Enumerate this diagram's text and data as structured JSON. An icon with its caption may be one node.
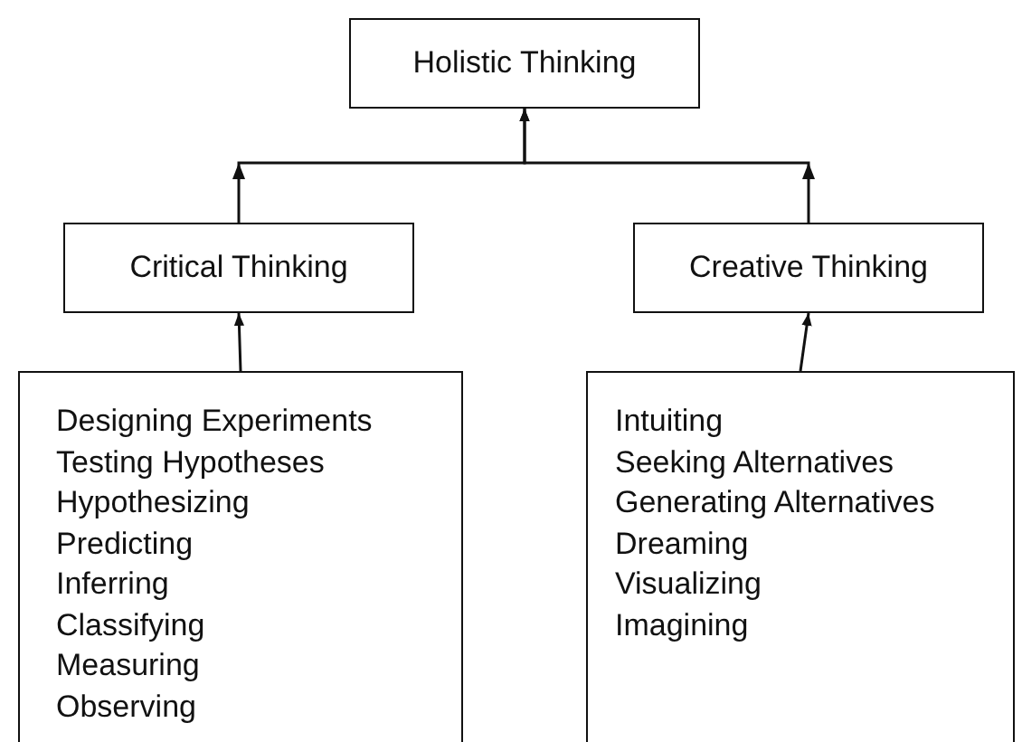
{
  "diagram": {
    "nodes": [
      {
        "text": [
          "Holistic Thinking"
        ]
      },
      {
        "text": [
          "Critical Thinking"
        ]
      },
      {
        "text": [
          "Creative Thinking"
        ]
      },
      {
        "text": [
          "Designing Experiments",
          "Testing Hypotheses",
          "Hypothesizing",
          "Predicting",
          "Inferring",
          "Classifying",
          "Measuring",
          "Observing"
        ]
      },
      {
        "text": [
          "Intuiting",
          "Seeking Alternatives",
          "Generating Alternatives",
          "Dreaming",
          "Visualizing",
          "Imagining"
        ]
      }
    ],
    "edges": [
      {
        "from": 1,
        "to": 0,
        "arrow": "to"
      },
      {
        "from": 2,
        "to": 0,
        "arrow": "to"
      },
      {
        "from": 3,
        "to": 1,
        "arrow": "to"
      },
      {
        "from": 4,
        "to": 2,
        "arrow": "to"
      }
    ]
  }
}
